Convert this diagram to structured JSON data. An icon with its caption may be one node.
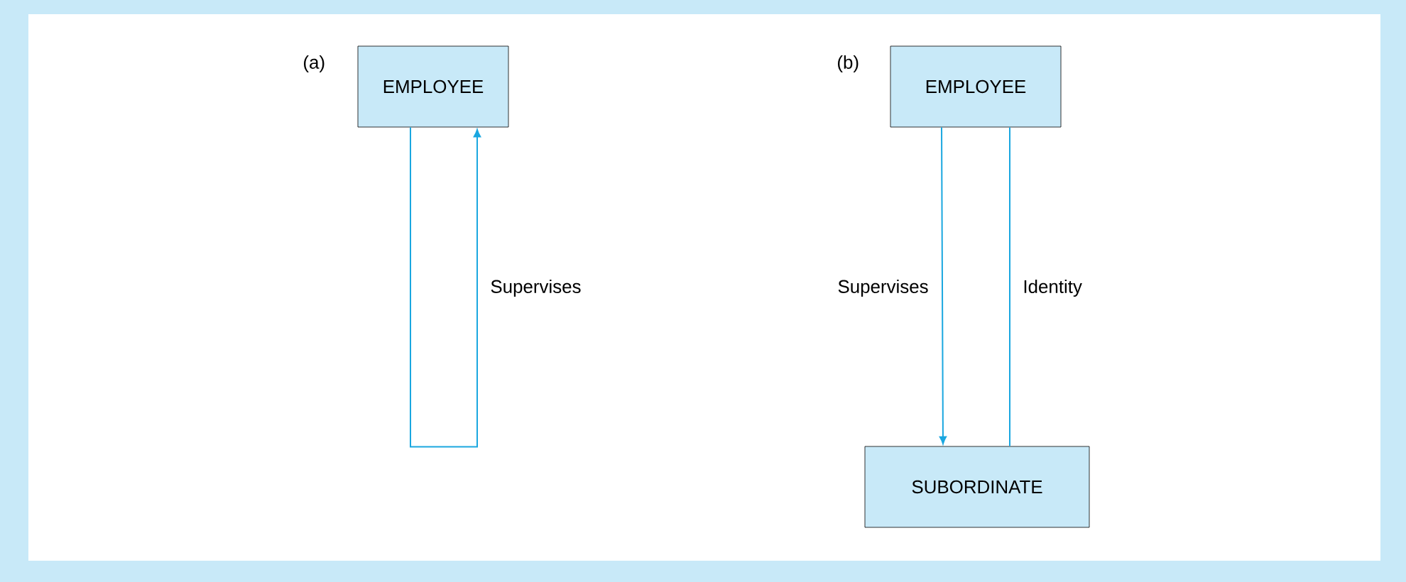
{
  "diagram": {
    "nodes": [
      {
        "text": [
          "EMPLOYEE"
        ]
      },
      {
        "text": [
          "EMPLOYEE"
        ]
      },
      {
        "text": [
          "SUBORDINATE"
        ]
      }
    ],
    "edges": [
      {
        "from": 0,
        "to": 0,
        "arrow": "to",
        "label": "Supervises"
      },
      {
        "from": 1,
        "to": 2,
        "arrow": "to",
        "label": "Supervises"
      },
      {
        "from": 1,
        "to": 2,
        "arrow": "none",
        "label": "Identity"
      }
    ],
    "labels": [
      "(a)",
      "(b)"
    ]
  }
}
